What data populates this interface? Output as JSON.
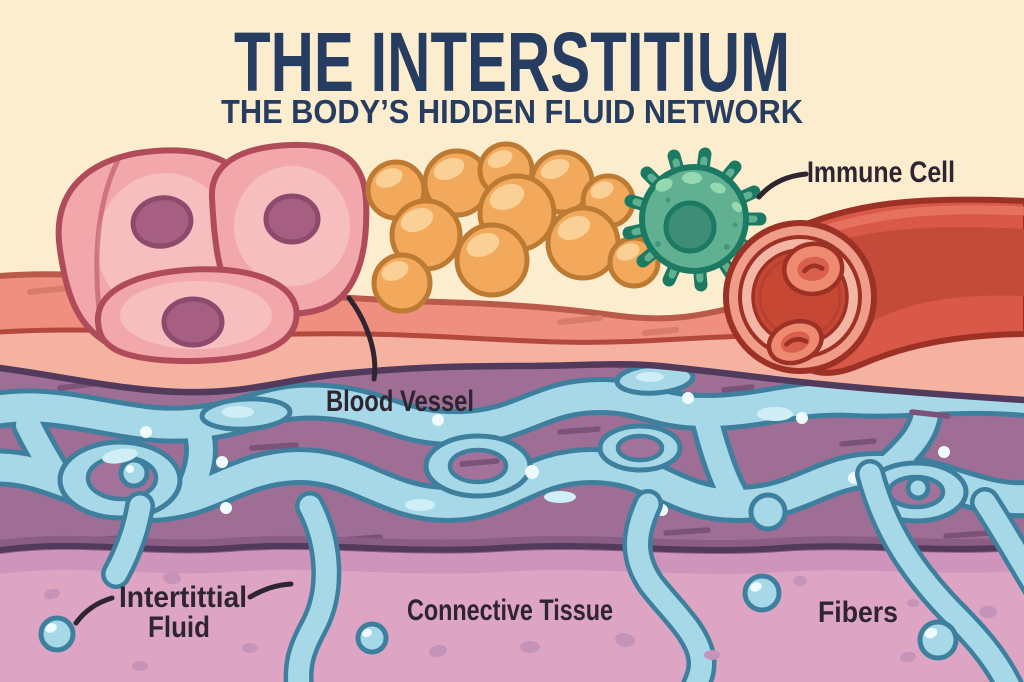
{
  "title": "THE INTERSTITIUM",
  "subtitle": "THE BODY’S HIDDEN FLUID NETWORK",
  "labels": {
    "immune_cell": "Immune Cell",
    "blood_vessel": "Blood Vessel",
    "interstitial_fluid_line1": "Intertittial",
    "interstitial_fluid_line2": "Fluid",
    "connective_tissue": "Connective Tissue",
    "fibers": "Fibers"
  },
  "colors": {
    "cream": "#fbedcd",
    "navy": "#273c61",
    "ink": "#2e2530",
    "salmon": "#ee8f7f",
    "salmonlight": "#f6b2a1",
    "salmonedge": "#b95a4b",
    "salmonline": "#b4483d",
    "salmondash": "#da7c6c",
    "cellpink": "#f2a7ab",
    "cellpinklight": "#f7c4c6",
    "celloutline": "#b04b59",
    "nucleus": "#a65f80",
    "nucleusedge": "#8d4a6c",
    "fat": "#f2a95c",
    "fatlight": "#fad096",
    "fatedge": "#bd7a33",
    "immune": "#61b091",
    "immunedark": "#1d7a62",
    "immunespot": "#96d9ae",
    "immunenucleus": "#3d8e74",
    "vessel": "#d95847",
    "vesseldark": "#c44a3a",
    "vessellight": "#e57660",
    "vesseledge": "#9c3125",
    "ring1": "#ef9c8b",
    "ring2": "#f5b5a5",
    "lumen": "#c64733",
    "rbc": "#ee8a6f",
    "rbcdark": "#d9604a",
    "purple": "#9e6e95",
    "purpleisland": "#a3729a",
    "purpledark": "#7b5278",
    "purpleedge": "#523a5c",
    "purpleshadow": "#8a5d84",
    "blue": "#a6d8e8",
    "bluedark": "#3e7f9e",
    "bluelight": "#cfeef5",
    "whitedot": "#eefafc",
    "pinkband": "#dda5c3",
    "pinkbanddark": "#cf94bb",
    "speckle": "#c693b8"
  }
}
